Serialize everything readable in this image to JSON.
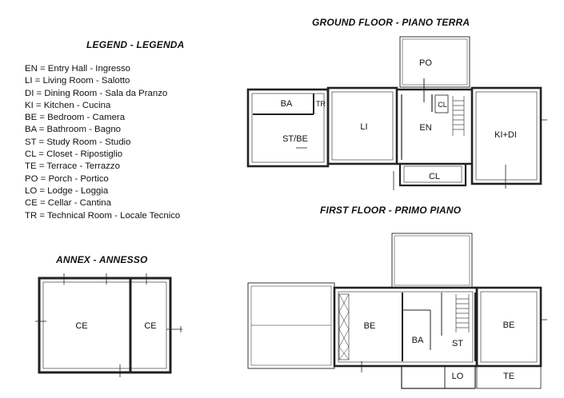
{
  "headings": {
    "legend": "LEGEND - LEGENDA",
    "annex": "ANNEX - ANNESSO",
    "ground_floor": "GROUND FLOOR - PIANO TERRA",
    "first_floor": "FIRST FLOOR - PRIMO PIANO"
  },
  "legend": [
    "EN = Entry Hall - Ingresso",
    "LI = Living Room - Salotto",
    "DI = Dining Room - Sala da Pranzo",
    "KI = Kitchen - Cucina",
    "BE = Bedroom - Camera",
    "BA = Bathroom - Bagno",
    "ST = Study Room - Studio",
    "CL = Closet - Ripostiglio",
    "TE = Terrace - Terrazzo",
    "PO = Porch - Portico",
    "LO = Lodge - Loggia",
    "CE = Cellar - Cantina",
    "TR = Technical Room - Locale Tecnico"
  ],
  "annex_rooms": {
    "ce_left": "CE",
    "ce_right": "CE"
  },
  "ground_rooms": {
    "po": "PO",
    "ba": "BA",
    "tr": "TR",
    "st_be": "ST/BE",
    "li": "LI",
    "en": "EN",
    "cl_upper": "CL",
    "ki_di": "KI+DI",
    "cl_lower": "CL"
  },
  "first_rooms": {
    "be_left": "BE",
    "ba": "BA",
    "st": "ST",
    "be_right": "BE",
    "lo": "LO",
    "te": "TE"
  }
}
